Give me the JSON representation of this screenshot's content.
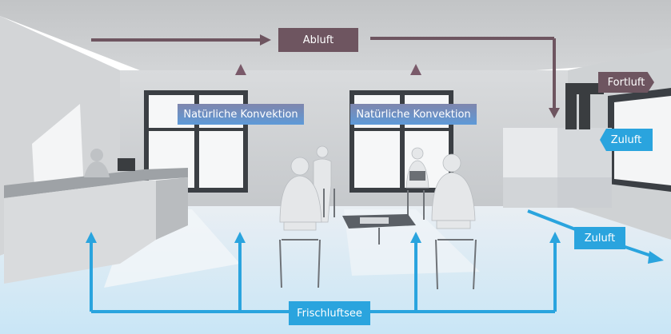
{
  "labels": {
    "abluft": "Abluft",
    "fortluft": "Fortluft",
    "zuluft_top": "Zuluft",
    "zuluft_bottom": "Zuluft",
    "convection_left": "Natürliche Konvektion",
    "convection_right": "Natürliche Konvektion",
    "frischluftsee": "Frischluftsee"
  },
  "colors": {
    "exhaust": "#6e5560",
    "fresh": "#2aa4de",
    "convection": "#6f8fc8"
  }
}
